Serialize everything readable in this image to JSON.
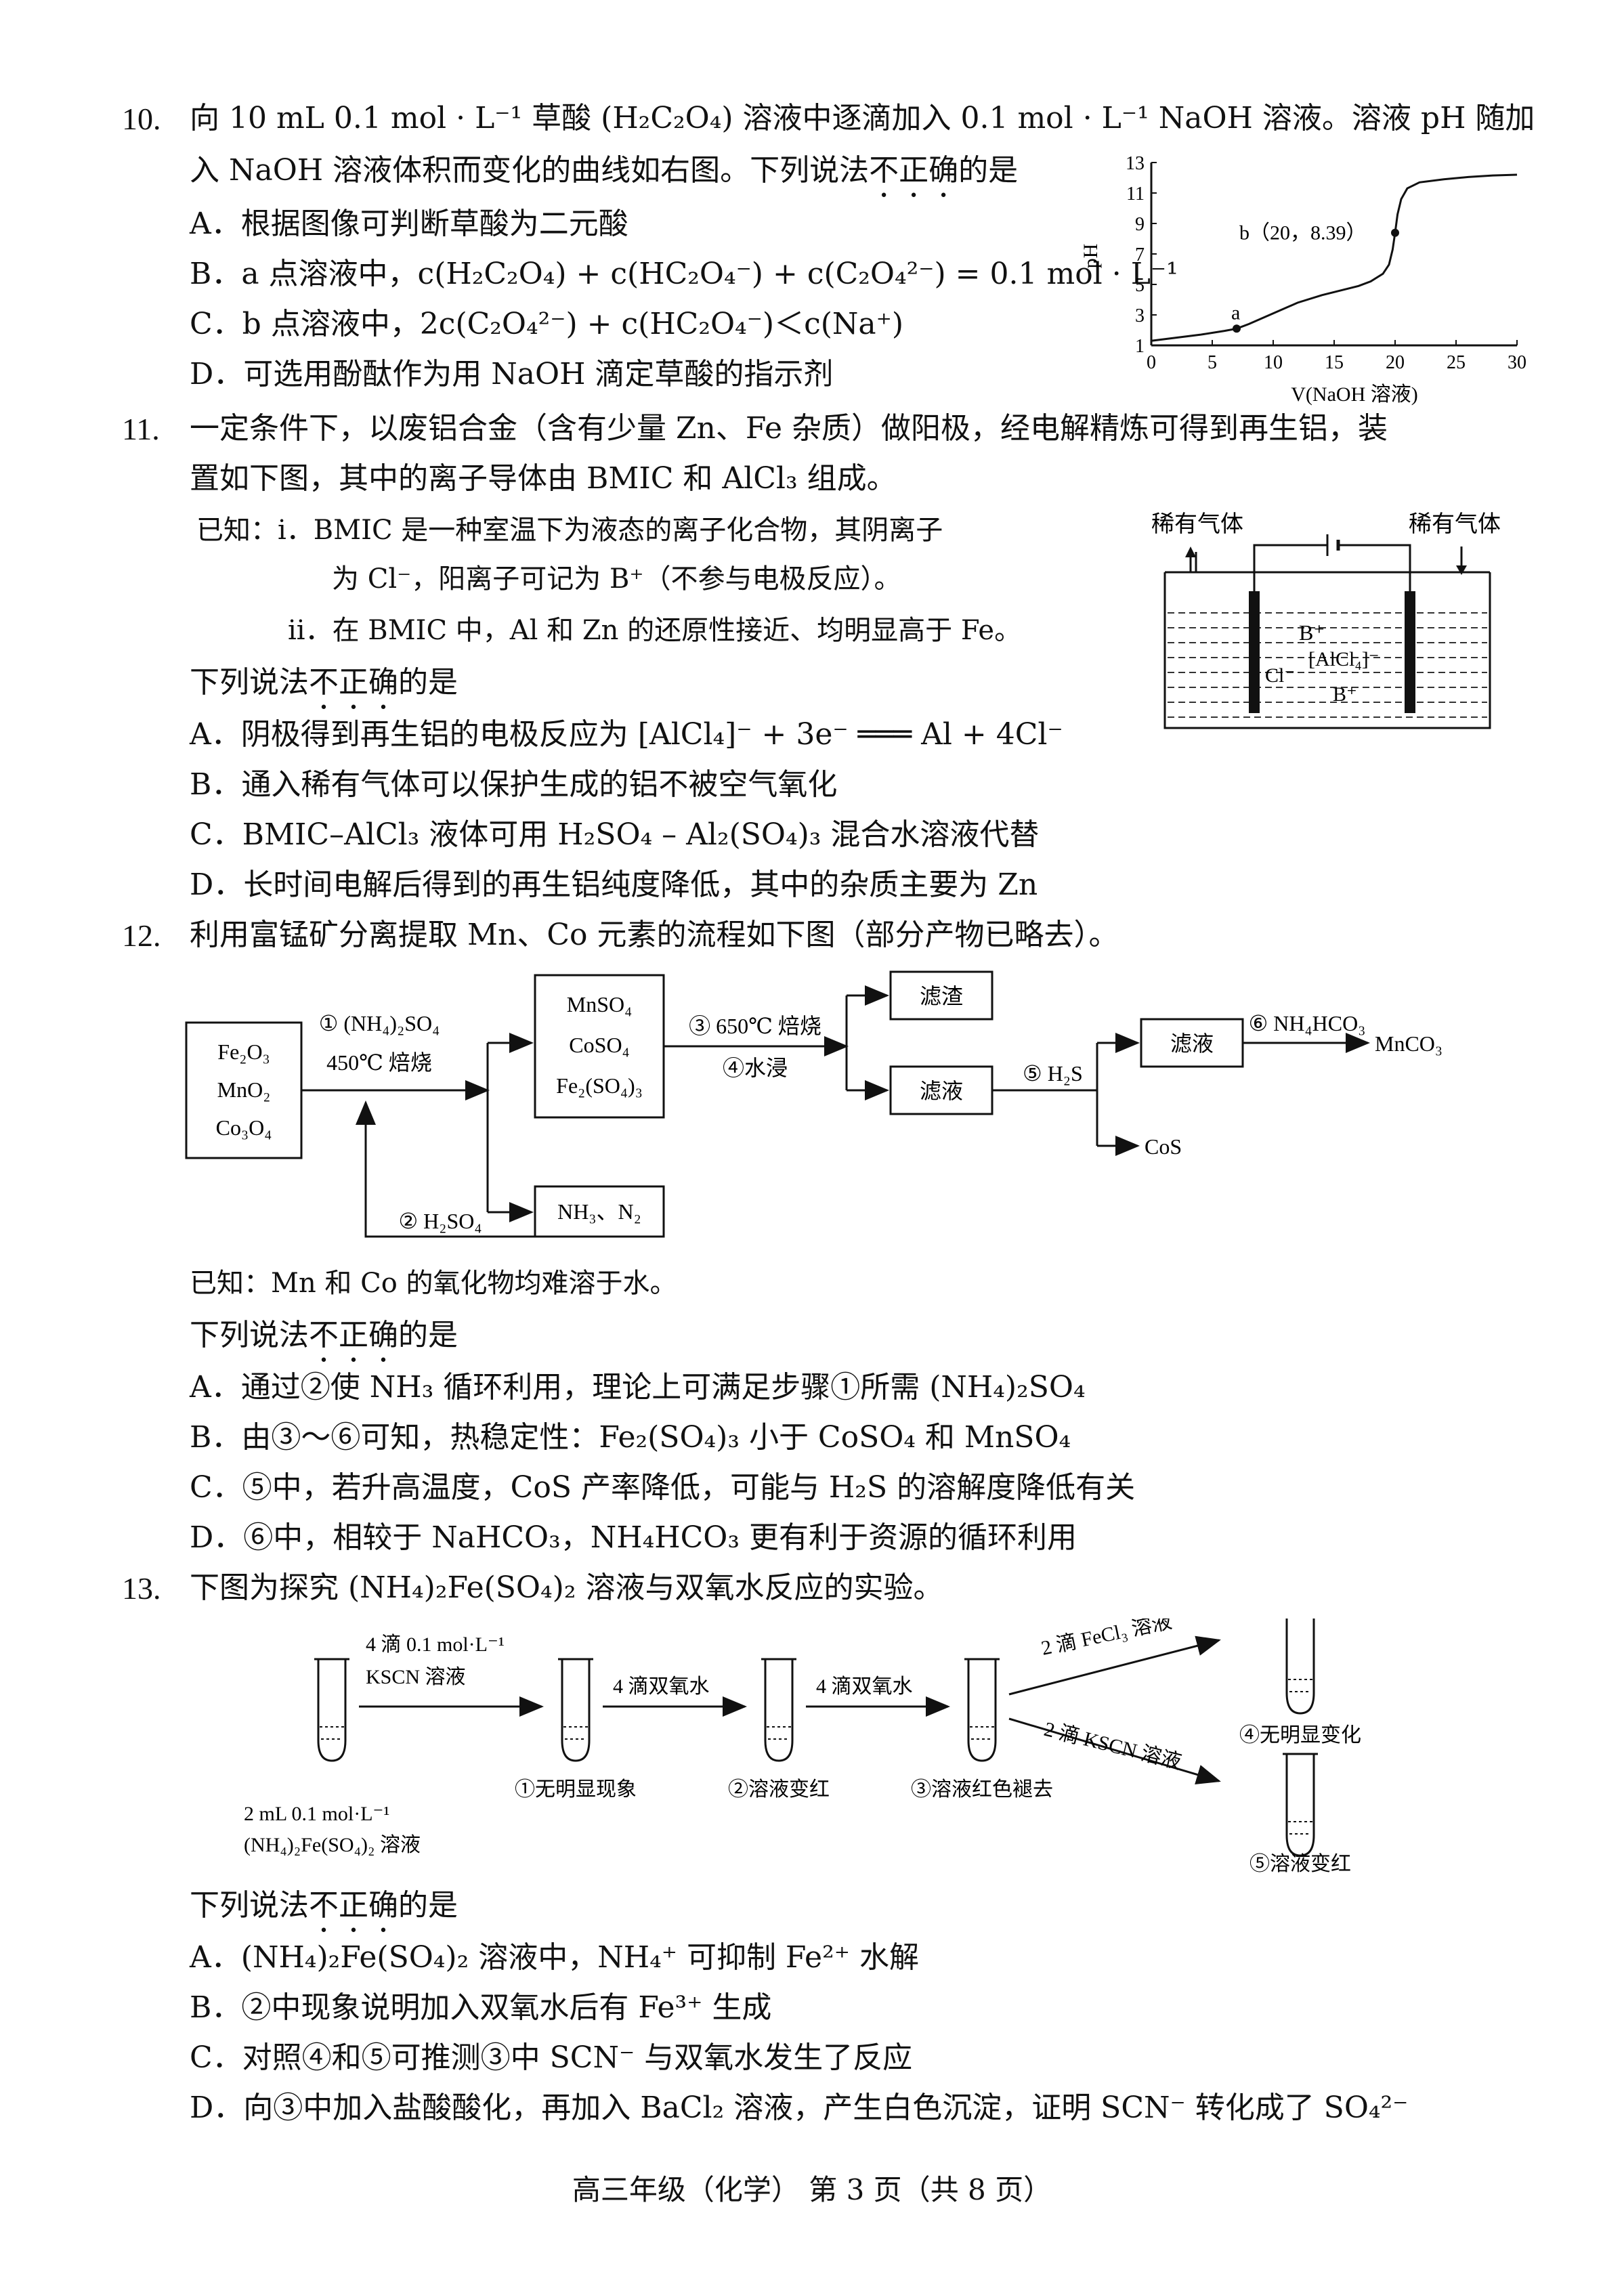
{
  "q10": {
    "num": "10.",
    "stem_line1": "向 10 mL 0.1 mol · L⁻¹ 草酸 (H₂C₂O₄) 溶液中逐滴加入 0.1 mol · L⁻¹ NaOH 溶液。溶液 pH 随加",
    "stem_line2_pre": "入 NaOH 溶液体积而变化的曲线如右图。下列说法",
    "stem_line2_dot": "不正确",
    "stem_line2_post": "的是",
    "options": [
      "A．根据图像可判断草酸为二元酸",
      "B．a 点溶液中，c(H₂C₂O₄) + c(HC₂O₄⁻) + c(C₂O₄²⁻) = 0.1 mol · L⁻¹",
      "C．b 点溶液中，2c(C₂O₄²⁻) + c(HC₂O₄⁻)＜c(Na⁺)",
      "D．可选用酚酞作为用 NaOH 滴定草酸的指示剂"
    ]
  },
  "chart_data": {
    "type": "line",
    "xlabel": "V(NaOH 溶液)",
    "ylabel": "pH",
    "xlim": [
      0,
      30
    ],
    "ylim": [
      1,
      13
    ],
    "xticks": [
      0,
      5,
      10,
      15,
      20,
      25,
      30
    ],
    "yticks": [
      1,
      3,
      5,
      7,
      9,
      11,
      13
    ],
    "grid": false,
    "series": [
      {
        "x": [
          0,
          2,
          4,
          6,
          7,
          8,
          10,
          12,
          14,
          16,
          17,
          18,
          19,
          19.5,
          19.8,
          20,
          20.2,
          20.5,
          21,
          22,
          24,
          26,
          28,
          30
        ],
        "y": [
          1.3,
          1.5,
          1.7,
          1.95,
          2.1,
          2.4,
          3.1,
          3.8,
          4.3,
          4.7,
          4.9,
          5.2,
          5.7,
          6.3,
          7.3,
          8.39,
          9.6,
          10.6,
          11.3,
          11.7,
          11.9,
          12.05,
          12.15,
          12.2
        ]
      }
    ],
    "points": [
      {
        "label": "a",
        "x": 7,
        "y": 2.1
      },
      {
        "label": "b（20，8.39）",
        "x": 20,
        "y": 8.39
      }
    ]
  },
  "q11": {
    "num": "11.",
    "stem_line1": "一定条件下，以废铝合金（含有少量 Zn、Fe 杂质）做阳极，经电解精炼可得到再生铝，装",
    "stem_line2": "置如下图，其中的离子导体由 BMIC 和 AlCl₃ 组成。",
    "known_i_1": "已知：i．BMIC 是一种室温下为液态的离子化合物，其阴离子",
    "known_i_2": "为 Cl⁻，阳离子可记为 B⁺（不参与电极反应）。",
    "known_ii": "ii．在 BMIC 中，Al 和 Zn 的还原性接近、均明显高于 Fe。",
    "ask_pre": "下列说法",
    "ask_dot": "不正确",
    "ask_post": "的是",
    "options": [
      "A．阴极得到再生铝的电极反应为 [AlCl₄]⁻ + 3e⁻ ═══ Al + 4Cl⁻",
      "B．通入稀有气体可以保护生成的铝不被空气氧化",
      "C．BMIC–AlCl₃ 液体可用 H₂SO₄ – Al₂(SO₄)₃ 混合水溶液代替",
      "D．长时间电解后得到的再生铝纯度降低，其中的杂质主要为 Zn"
    ],
    "diagram": {
      "gas_left": "稀有气体",
      "gas_right": "稀有气体",
      "ion_b1": "B⁺",
      "ion_alcl4": "[AlCl₄]⁻",
      "ion_cl": "Cl⁻",
      "ion_b2": "B⁺"
    }
  },
  "q12": {
    "num": "12.",
    "stem": "利用富锰矿分离提取 Mn、Co 元素的流程如下图（部分产物已略去）。",
    "flow": {
      "ore": [
        "Fe₂O₃",
        "MnO₂",
        "Co₃O₄"
      ],
      "step1_a": "① (NH₄)₂SO₄",
      "step1_b": "450℃ 焙烧",
      "sulfates": [
        "MnSO₄",
        "CoSO₄",
        "Fe₂(SO₄)₃"
      ],
      "gases": "NH₃、N₂",
      "step2": "② H₂SO₄",
      "step3": "③ 650℃ 焙烧",
      "step4": "④水浸",
      "residue": "滤渣",
      "filtrate1": "滤液",
      "step5": "⑤ H₂S",
      "filtrate2": "滤液",
      "cos": "CoS",
      "step6": "⑥ NH₄HCO₃",
      "product": "MnCO₃"
    },
    "known": "已知：Mn 和 Co 的氧化物均难溶于水。",
    "ask_pre": "下列说法",
    "ask_dot": "不正确",
    "ask_post": "的是",
    "options": [
      "A．通过②使 NH₃ 循环利用，理论上可满足步骤①所需 (NH₄)₂SO₄",
      "B．由③～⑥可知，热稳定性：Fe₂(SO₄)₃ 小于 CoSO₄ 和 MnSO₄",
      "C．⑤中，若升高温度，CoS 产率降低，可能与 H₂S 的溶解度降低有关",
      "D．⑥中，相较于 NaHCO₃，NH₄HCO₃ 更有利于资源的循环利用"
    ]
  },
  "q13": {
    "num": "13.",
    "stem": "下图为探究 (NH₄)₂Fe(SO₄)₂ 溶液与双氧水反应的实验。",
    "exp": {
      "reagent1_a": "4 滴 0.1 mol·L⁻¹",
      "reagent1_b": "KSCN 溶液",
      "start_a": "2 mL 0.1 mol·L⁻¹",
      "start_b": "(NH₄)₂Fe(SO₄)₂ 溶液",
      "reagent2": "4 滴双氧水",
      "reagent3": "4 滴双氧水",
      "obs1": "①无明显现象",
      "obs2": "②溶液变红",
      "obs3": "③溶液红色褪去",
      "reagent4": "2 滴 FeCl₃ 溶液",
      "reagent5": "2 滴 KSCN 溶液",
      "obs4": "④无明显变化",
      "obs5": "⑤溶液变红"
    },
    "ask_pre": "下列说法",
    "ask_dot": "不正确",
    "ask_post": "的是",
    "options": [
      "A．(NH₄)₂Fe(SO₄)₂ 溶液中，NH₄⁺ 可抑制 Fe²⁺ 水解",
      "B．②中现象说明加入双氧水后有 Fe³⁺ 生成",
      "C．对照④和⑤可推测③中 SCN⁻ 与双氧水发生了反应",
      "D．向③中加入盐酸酸化，再加入 BaCl₂ 溶液，产生白色沉淀，证明 SCN⁻ 转化成了 SO₄²⁻"
    ]
  },
  "footer": "高三年级（化学）  第 3 页（共 8 页）"
}
